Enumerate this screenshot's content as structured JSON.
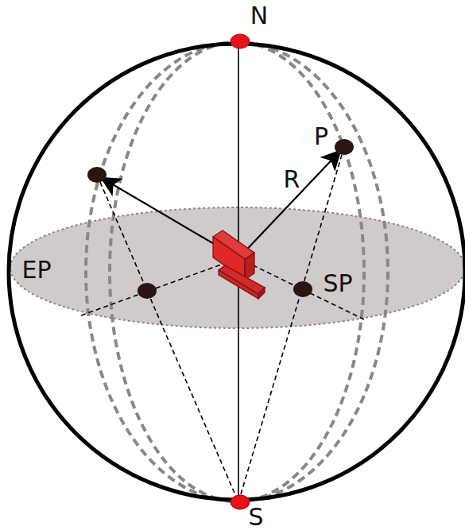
{
  "diagram": {
    "labels": [
      "N",
      "P",
      "R",
      "EP",
      "SP",
      "S"
    ]
  }
}
